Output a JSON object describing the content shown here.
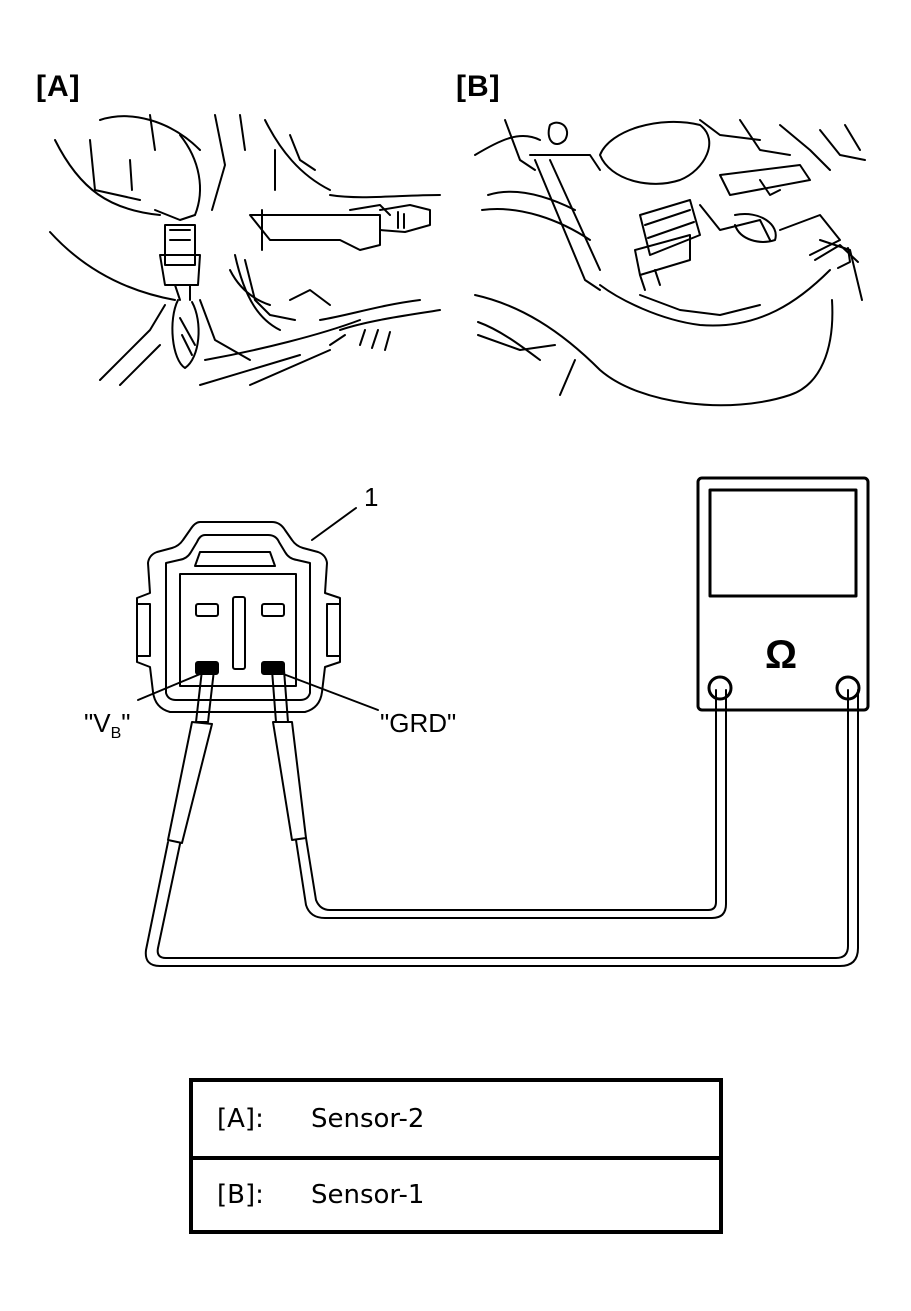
{
  "panels": {
    "a_label": "[A]",
    "b_label": "[B]"
  },
  "connector": {
    "callout": "1",
    "terminal_vb": "\"V",
    "terminal_vb_sub": "B",
    "terminal_vb_close": "\"",
    "terminal_grd": "\"GRD\""
  },
  "meter": {
    "symbol": "Ω"
  },
  "legend": [
    {
      "key": "[A]:",
      "value": "Sensor-2"
    },
    {
      "key": "[B]:",
      "value": "Sensor-1"
    }
  ]
}
